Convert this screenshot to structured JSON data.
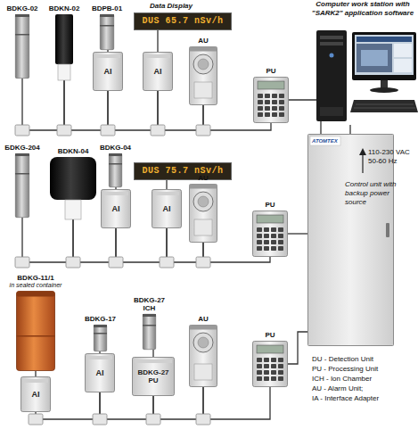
{
  "diagram": {
    "nodes": [
      {
        "text": [
          "Computer work station with \"SARK2\" application software"
        ]
      },
      {
        "text": [
          "BDKG-02"
        ]
      },
      {
        "text": [
          "BDKN-02"
        ]
      },
      {
        "text": [
          "BDPB-01"
        ]
      },
      {
        "text": [
          "AI"
        ]
      },
      {
        "text": [
          "DUS 65.7 nSv/h"
        ]
      },
      {
        "text": [
          "AI"
        ]
      },
      {
        "text": [
          "AU"
        ]
      },
      {
        "text": [
          "PU"
        ]
      },
      {
        "text": [
          "ATOMTEX",
          "Control unit with backup power source"
        ]
      },
      {
        "text": [
          "БDKG-204"
        ]
      },
      {
        "text": [
          "BDKN-04"
        ]
      },
      {
        "text": [
          "BDKG-04"
        ]
      },
      {
        "text": [
          "AI"
        ]
      },
      {
        "text": [
          "DUS 75.7 nSv/h"
        ]
      },
      {
        "text": [
          "AI"
        ]
      },
      {
        "text": [
          "AU"
        ]
      },
      {
        "text": [
          "PU"
        ]
      },
      {
        "text": [
          "BDKG-11/1",
          "in sealed container"
        ]
      },
      {
        "text": [
          "BDKG-17"
        ]
      },
      {
        "text": [
          "BDKG-27 ICH"
        ]
      },
      {
        "text": [
          "AI"
        ]
      },
      {
        "text": [
          "AI"
        ]
      },
      {
        "text": [
          "BDKG-27 PU"
        ]
      },
      {
        "text": [
          "AU"
        ]
      },
      {
        "text": [
          "PU"
        ]
      }
    ],
    "edges": [
      {
        "from": 1,
        "to": 2,
        "arrow": "none"
      },
      {
        "from": 2,
        "to": 4,
        "arrow": "none"
      },
      {
        "from": 3,
        "to": 4,
        "arrow": "none"
      },
      {
        "from": 5,
        "to": 6,
        "arrow": "none"
      },
      {
        "from": 4,
        "to": 6,
        "arrow": "none"
      },
      {
        "from": 6,
        "to": 7,
        "arrow": "none"
      },
      {
        "from": 7,
        "to": 8,
        "arrow": "none"
      },
      {
        "from": 8,
        "to": 9,
        "arrow": "none"
      },
      {
        "from": 9,
        "to": 0,
        "arrow": "none"
      },
      {
        "from": 10,
        "to": 11,
        "arrow": "none"
      },
      {
        "from": 11,
        "to": 13,
        "arrow": "none"
      },
      {
        "from": 12,
        "to": 13,
        "arrow": "none"
      },
      {
        "from": 14,
        "to": 15,
        "arrow": "none"
      },
      {
        "from": 13,
        "to": 15,
        "arrow": "none"
      },
      {
        "from": 15,
        "to": 16,
        "arrow": "none"
      },
      {
        "from": 16,
        "to": 17,
        "arrow": "none"
      },
      {
        "from": 17,
        "to": 9,
        "arrow": "none"
      },
      {
        "from": 18,
        "to": 21,
        "arrow": "none"
      },
      {
        "from": 21,
        "to": 22,
        "arrow": "none"
      },
      {
        "from": 19,
        "to": 22,
        "arrow": "none"
      },
      {
        "from": 20,
        "to": 23,
        "arrow": "none"
      },
      {
        "from": 22,
        "to": 23,
        "arrow": "none"
      },
      {
        "from": 23,
        "to": 24,
        "arrow": "none"
      },
      {
        "from": 24,
        "to": 25,
        "arrow": "none"
      },
      {
        "from": 25,
        "to": 9,
        "arrow": "none"
      }
    ],
    "labels": [
      "Data Display",
      "110-230 VAC 50-60 Hz"
    ],
    "legend": [
      {
        "text": "DU - Detection Unit"
      },
      {
        "text": "PU - Processing Unit"
      },
      {
        "text": "ICH - Ion Chamber"
      },
      {
        "text": "AU - Alarm Unit;"
      },
      {
        "text": "IA - Interface Adapter"
      }
    ]
  }
}
